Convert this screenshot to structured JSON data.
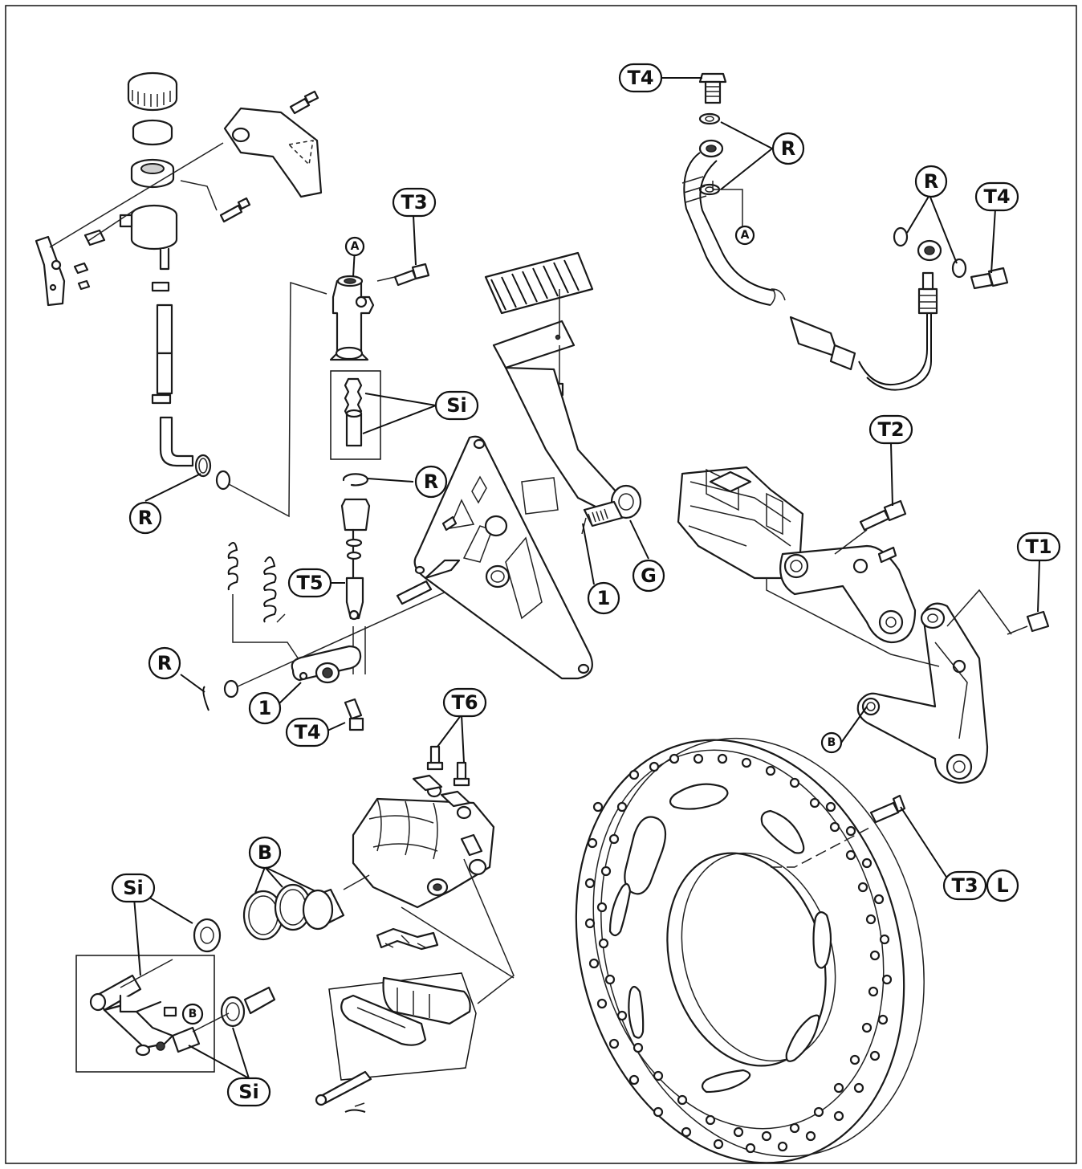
{
  "labels": {
    "t4_hose_top": "T4",
    "r_hose_top": "R",
    "a_hose": "A",
    "r_hose_right": "R",
    "t4_hose_right": "T4",
    "t3_mc": "T3",
    "a_mc": "A",
    "si_mc": "Si",
    "r_mc_clip": "R",
    "r_mc_left": "R",
    "t5_pushrod": "T5",
    "r_cotter": "R",
    "one_lever": "1",
    "t4_lever": "T4",
    "one_shaft": "1",
    "g_shaft": "G",
    "t2_bracket": "T2",
    "t1_bracket": "T1",
    "b_bracket": "B",
    "t6_caliper": "T6",
    "b_piston": "B",
    "si_left": "Si",
    "b_holder": "B",
    "si_bottom": "Si",
    "t3_disc": "T3",
    "l_disc": "L"
  }
}
